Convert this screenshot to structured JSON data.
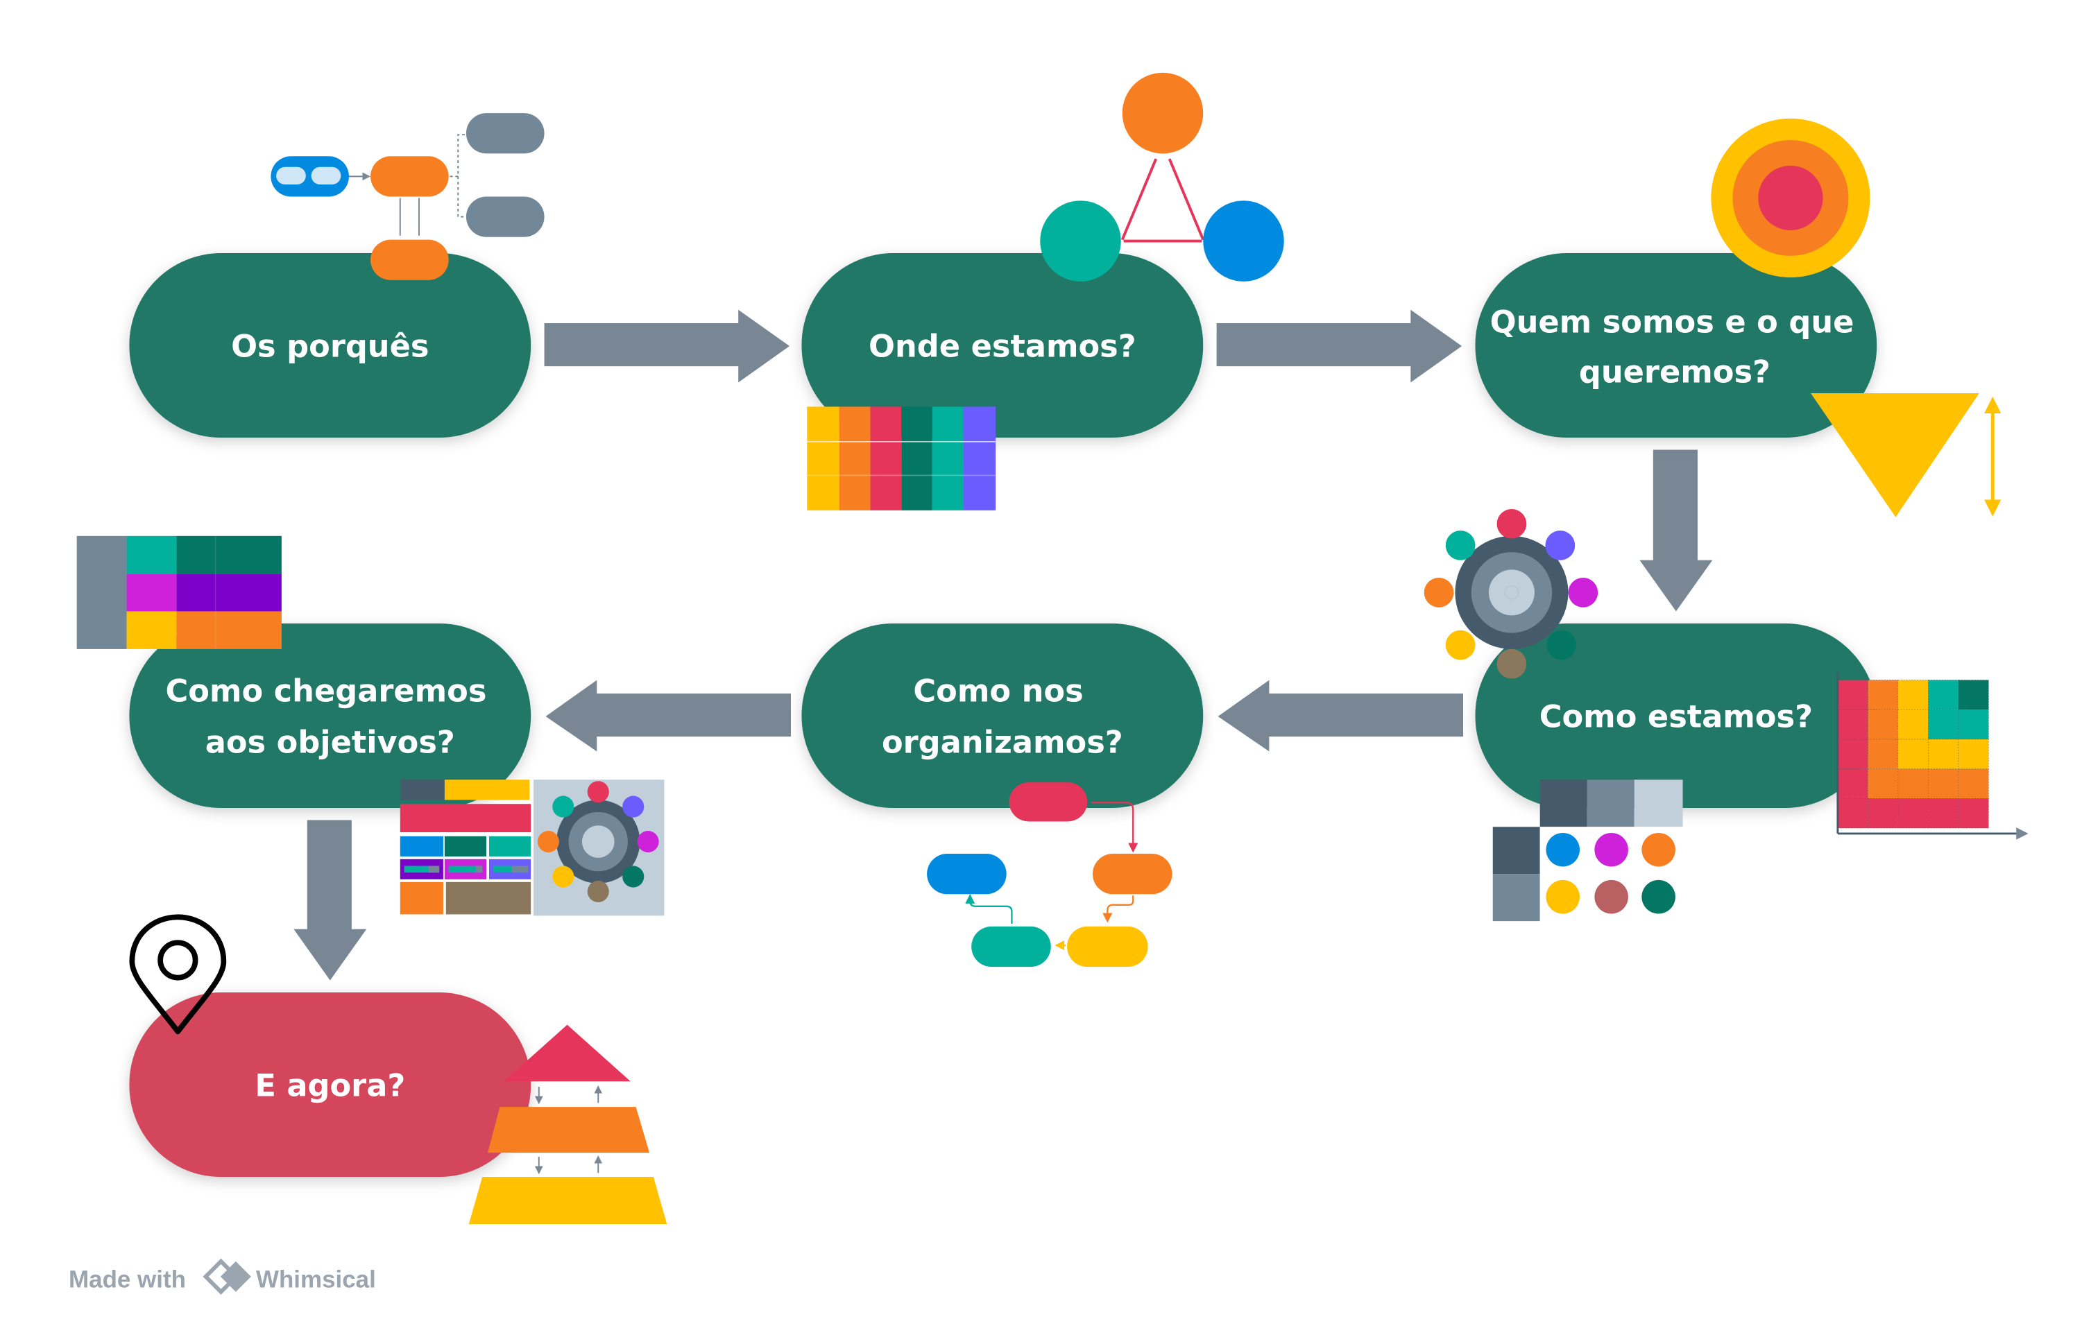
{
  "colors": {
    "step_green": "#217866",
    "final_red": "#d3465b",
    "arrow_gray": "#798795",
    "orange": "#f77f21",
    "yellow": "#ffc100",
    "red": "#e5355a",
    "dark_green": "#047764",
    "teal": "#02b19c",
    "violet": "#6a5cff",
    "blue": "#008be1",
    "magenta": "#cd22d9",
    "purple": "#7c02c9",
    "brown": "#8b785c",
    "rose": "#b86062",
    "slate_dark": "#455a6a",
    "slate": "#728797",
    "slate_light": "#c1cfda",
    "pale_blue": "#cfe6f7",
    "black": "#000000"
  },
  "steps": [
    {
      "id": "os-porques",
      "lines": [
        "Os porquês"
      ]
    },
    {
      "id": "onde-estamos",
      "lines": [
        "Onde estamos?"
      ]
    },
    {
      "id": "quem-somos",
      "lines": [
        "Quem somos e o que",
        "queremos?"
      ]
    },
    {
      "id": "como-estamos",
      "lines": [
        "Como estamos?"
      ]
    },
    {
      "id": "como-nos-organizamos",
      "lines": [
        "Como nos",
        "organizamos?"
      ]
    },
    {
      "id": "como-chegaremos",
      "lines": [
        "Como chegaremos",
        "aos objetivos?"
      ]
    },
    {
      "id": "e-agora",
      "lines": [
        "E agora?"
      ]
    }
  ],
  "flow": [
    {
      "from": "os-porques",
      "to": "onde-estamos",
      "direction": "right"
    },
    {
      "from": "onde-estamos",
      "to": "quem-somos",
      "direction": "right"
    },
    {
      "from": "quem-somos",
      "to": "como-estamos",
      "direction": "down"
    },
    {
      "from": "como-estamos",
      "to": "como-nos-organizamos",
      "direction": "left"
    },
    {
      "from": "como-nos-organizamos",
      "to": "como-chegaremos",
      "direction": "left"
    },
    {
      "from": "como-chegaremos",
      "to": "e-agora",
      "direction": "down"
    }
  ],
  "icons": {
    "os_porques": "flowchart-icon",
    "onde_estamos": [
      "triangle-network-icon",
      "color-table-icon"
    ],
    "quem_somos": [
      "target-icon",
      "inverted-triangle-icon"
    ],
    "como_estamos": [
      "hub-icon",
      "heatmap-grid-icon",
      "color-swatch-grid-icon"
    ],
    "como_nos_organizamos": "cycle-flowchart-icon",
    "como_chegaremos": [
      "block-table-icon",
      "dashboard-layout-icon"
    ],
    "e_agora": [
      "location-pin-icon",
      "pyramid-icon"
    ]
  },
  "footer": {
    "made_with": "Made with",
    "brand": "Whimsical"
  }
}
